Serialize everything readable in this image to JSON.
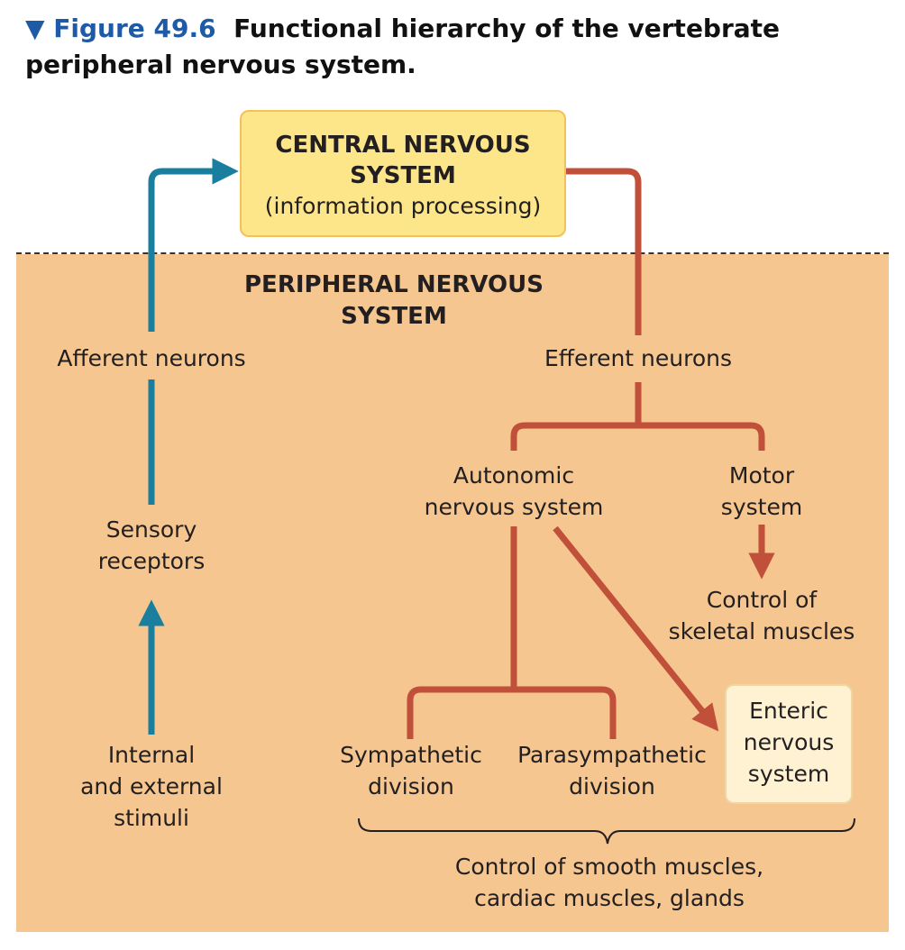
{
  "title": {
    "prefix": "▼ Figure 49.6",
    "text": "Functional hierarchy of the vertebrate peripheral nervous system."
  },
  "cns": {
    "title_line1": "CENTRAL NERVOUS",
    "title_line2": "SYSTEM",
    "subtitle": "(information processing)"
  },
  "pns": {
    "title_line1": "PERIPHERAL NERVOUS",
    "title_line2": "SYSTEM"
  },
  "nodes": {
    "afferent": "Afferent neurons",
    "efferent": "Efferent neurons",
    "sensory_line1": "Sensory",
    "sensory_line2": "receptors",
    "stimuli_line1": "Internal",
    "stimuli_line2": "and external",
    "stimuli_line3": "stimuli",
    "autonomic_line1": "Autonomic",
    "autonomic_line2": "nervous system",
    "motor_line1": "Motor",
    "motor_line2": "system",
    "skeletal_line1": "Control of",
    "skeletal_line2": "skeletal muscles",
    "sympathetic_line1": "Sympathetic",
    "sympathetic_line2": "division",
    "parasympathetic_line1": "Parasympathetic",
    "parasympathetic_line2": "division",
    "enteric_line1": "Enteric",
    "enteric_line2": "nervous",
    "enteric_line3": "system",
    "smooth_line1": "Control of smooth muscles,",
    "smooth_line2": "cardiac muscles, glands"
  },
  "colors": {
    "afferent": "#1a7f9e",
    "efferent": "#c0503a",
    "cns_fill": "#fde589",
    "pns_fill": "#f5c68f",
    "enteric_fill": "#fef2d3",
    "figure_label": "#1f5aa6"
  }
}
